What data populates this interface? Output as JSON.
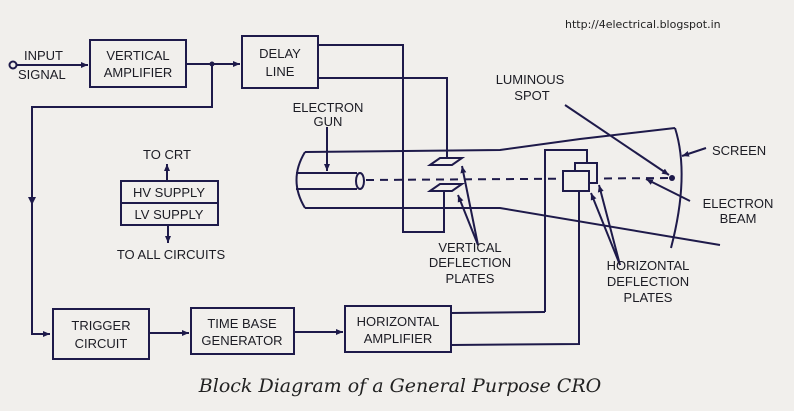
{
  "watermark_url": "http://4electrical.blogspot.in",
  "caption": "Block Diagram of a General Purpose CRO",
  "colors": {
    "line": "#1e1a4a",
    "background": "#f1efec",
    "text": "#1c1c24"
  },
  "input": {
    "line1": "INPUT",
    "line2": "SIGNAL"
  },
  "blocks": {
    "vertical_amplifier": {
      "line1": "VERTICAL",
      "line2": "AMPLIFIER"
    },
    "delay_line": {
      "line1": "DELAY",
      "line2": "LINE"
    },
    "trigger_circuit": {
      "line1": "TRIGGER",
      "line2": "CIRCUIT"
    },
    "time_base_generator": {
      "line1": "TIME BASE",
      "line2": "GENERATOR"
    },
    "horizontal_amplifier": {
      "line1": "HORIZONTAL",
      "line2": "AMPLIFIER"
    },
    "hv_supply": "HV SUPPLY",
    "lv_supply": "LV SUPPLY"
  },
  "supply_labels": {
    "to_crt": "TO CRT",
    "to_all_circuits": "TO ALL CIRCUITS"
  },
  "crt_labels": {
    "electron_gun": {
      "line1": "ELECTRON",
      "line2": "GUN"
    },
    "luminous_spot": {
      "line1": "LUMINOUS",
      "line2": "SPOT"
    },
    "screen": "SCREEN",
    "electron_beam": {
      "line1": "ELECTRON",
      "line2": "BEAM"
    },
    "vertical_deflection_plates": {
      "line1": "VERTICAL",
      "line2": "DEFLECTION",
      "line3": "PLATES"
    },
    "horizontal_deflection_plates": {
      "line1": "HORIZONTAL",
      "line2": "DEFLECTION",
      "line3": "PLATES"
    }
  }
}
